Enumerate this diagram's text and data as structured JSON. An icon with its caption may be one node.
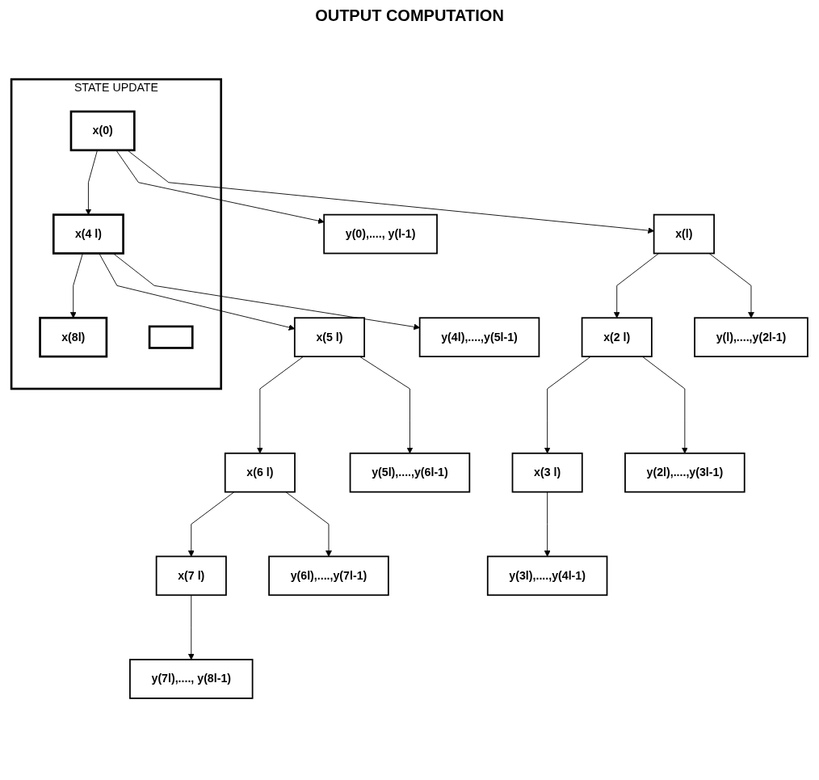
{
  "diagram": {
    "nodes": [
      {
        "text": [
          "STATE UPDATE"
        ]
      },
      {
        "text": [
          "x(0)"
        ],
        "in": 0
      },
      {
        "text": [
          "x(4 l)"
        ],
        "in": 0
      },
      {
        "text": [
          "x(8l)"
        ],
        "in": 0
      },
      {
        "text": [],
        "shape": "box",
        "in": 0
      },
      {
        "text": [
          "x(l)"
        ]
      },
      {
        "text": [
          "x(2 l)"
        ]
      },
      {
        "text": [
          "x(3 l)"
        ]
      },
      {
        "text": [
          "x(5 l)"
        ]
      },
      {
        "text": [
          "x(6 l)"
        ]
      },
      {
        "text": [
          "x(7 l)"
        ]
      },
      {
        "text": [
          "y(0),...., y(l-1)"
        ]
      },
      {
        "text": [
          "y(l),....,y(2l-1)"
        ]
      },
      {
        "text": [
          "y(2l),....,y(3l-1)"
        ]
      },
      {
        "text": [
          "y(3l),....,y(4l-1)"
        ]
      },
      {
        "text": [
          "y(4l),....,y(5l-1)"
        ]
      },
      {
        "text": [
          "y(5l),....,y(6l-1)"
        ]
      },
      {
        "text": [
          "y(6l),....,y(7l-1)"
        ]
      },
      {
        "text": [
          "y(7l),...., y(8l-1)"
        ]
      }
    ],
    "edges": [
      {
        "from": 1,
        "to": 2,
        "arrow": "to"
      },
      {
        "from": 2,
        "to": 3,
        "arrow": "to"
      },
      {
        "from": 1,
        "to": 11,
        "arrow": "to"
      },
      {
        "from": 1,
        "to": 5,
        "arrow": "to"
      },
      {
        "from": 5,
        "to": 6,
        "arrow": "to"
      },
      {
        "from": 6,
        "to": 7,
        "arrow": "to"
      },
      {
        "from": 5,
        "to": 12,
        "arrow": "to"
      },
      {
        "from": 6,
        "to": 13,
        "arrow": "to"
      },
      {
        "from": 7,
        "to": 14,
        "arrow": "to"
      },
      {
        "from": 2,
        "to": 8,
        "arrow": "to"
      },
      {
        "from": 8,
        "to": 9,
        "arrow": "to"
      },
      {
        "from": 9,
        "to": 10,
        "arrow": "to"
      },
      {
        "from": 2,
        "to": 15,
        "arrow": "to"
      },
      {
        "from": 8,
        "to": 16,
        "arrow": "to"
      },
      {
        "from": 9,
        "to": 17,
        "arrow": "to"
      },
      {
        "from": 10,
        "to": 18,
        "arrow": "to"
      }
    ],
    "labels": [
      "OUTPUT COMPUTATION"
    ]
  }
}
